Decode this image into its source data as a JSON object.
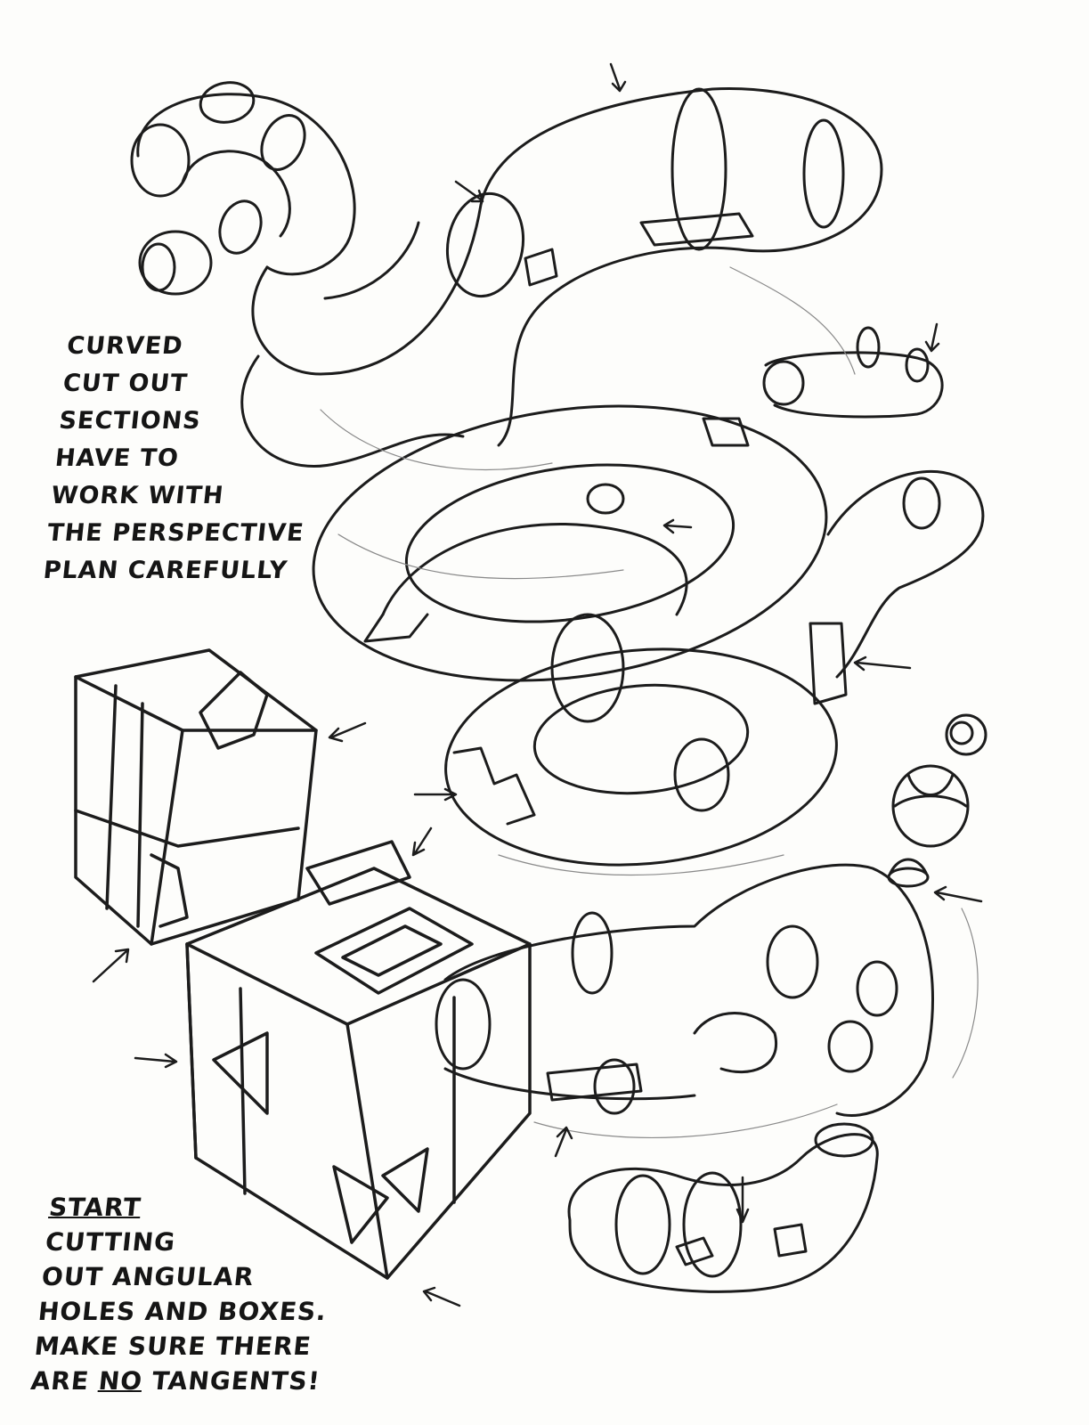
{
  "notes": {
    "top": {
      "lines": [
        "CURVED",
        "CUT OUT",
        "SECTIONS",
        "HAVE TO",
        "WORK WITH",
        "THE PERSPECTIVE",
        "PLAN CAREFULLY"
      ]
    },
    "bottom": {
      "line1": "START",
      "line2": "CUTTING",
      "line3": "OUT ANGULAR",
      "line4": "HOLES AND BOXES.",
      "line5": "MAKE SURE THERE",
      "line6_pre": "ARE ",
      "line6_em": "NO",
      "line6_post": " TANGENTS!"
    }
  },
  "colors": {
    "ink": "#151515",
    "paper": "#fdfdfb"
  }
}
